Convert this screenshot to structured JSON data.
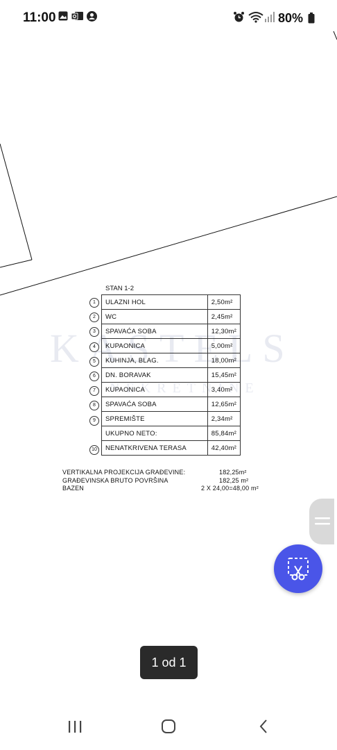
{
  "status_bar": {
    "time": "11:00",
    "battery": "80%",
    "icons": [
      "gallery-icon",
      "outlook-icon",
      "account-icon",
      "alarm-icon",
      "wifi-icon",
      "signal-icon",
      "battery-icon"
    ]
  },
  "document": {
    "table_title": "STAN 1-2",
    "rooms": [
      {
        "num": "1",
        "name": "ULAZNI HOL",
        "area": "2,50m²"
      },
      {
        "num": "2",
        "name": "WC",
        "area": "2,45m²"
      },
      {
        "num": "3",
        "name": "SPAVAĆA SOBA",
        "area": "12,30m²"
      },
      {
        "num": "4",
        "name": "KUPAONICA",
        "area": "5,00m²"
      },
      {
        "num": "5",
        "name": "KUHINJA, BLAG.",
        "area": "18,00m²"
      },
      {
        "num": "6",
        "name": "DN. BORAVAK",
        "area": "15,45m²"
      },
      {
        "num": "7",
        "name": "KUPAONICA",
        "area": "3,40m²"
      },
      {
        "num": "8",
        "name": "SPAVAĆA SOBA",
        "area": "12,65m²"
      },
      {
        "num": "9",
        "name": "SPREMIŠTE",
        "area": "2,34m²"
      },
      {
        "num": "",
        "name": "UKUPNO NETO:",
        "area": "85,84m²"
      },
      {
        "num": "10",
        "name": "NENATKRIVENA TERASA",
        "area": "42,40m²"
      }
    ],
    "summary": [
      {
        "label": "VERTIKALNA PROJEKCIJA GRAĐEVINE:",
        "value": "182,25m²"
      },
      {
        "label": "GRAĐEVINSKA BRUTO POVRŠINA",
        "value": "182,25 m²"
      },
      {
        "label": "BAZEN",
        "value": "2 X 24,00=48,00 m²"
      }
    ],
    "watermark": {
      "main": "KASTELS",
      "sub": "NEKRETNINE"
    }
  },
  "controls": {
    "page_indicator": "1 od 1",
    "fab_icon": "screenshot-scissors-icon",
    "handle_icon": "menu-handle-icon"
  },
  "nav": {
    "icons": [
      "recents-icon",
      "home-icon",
      "back-icon"
    ]
  }
}
